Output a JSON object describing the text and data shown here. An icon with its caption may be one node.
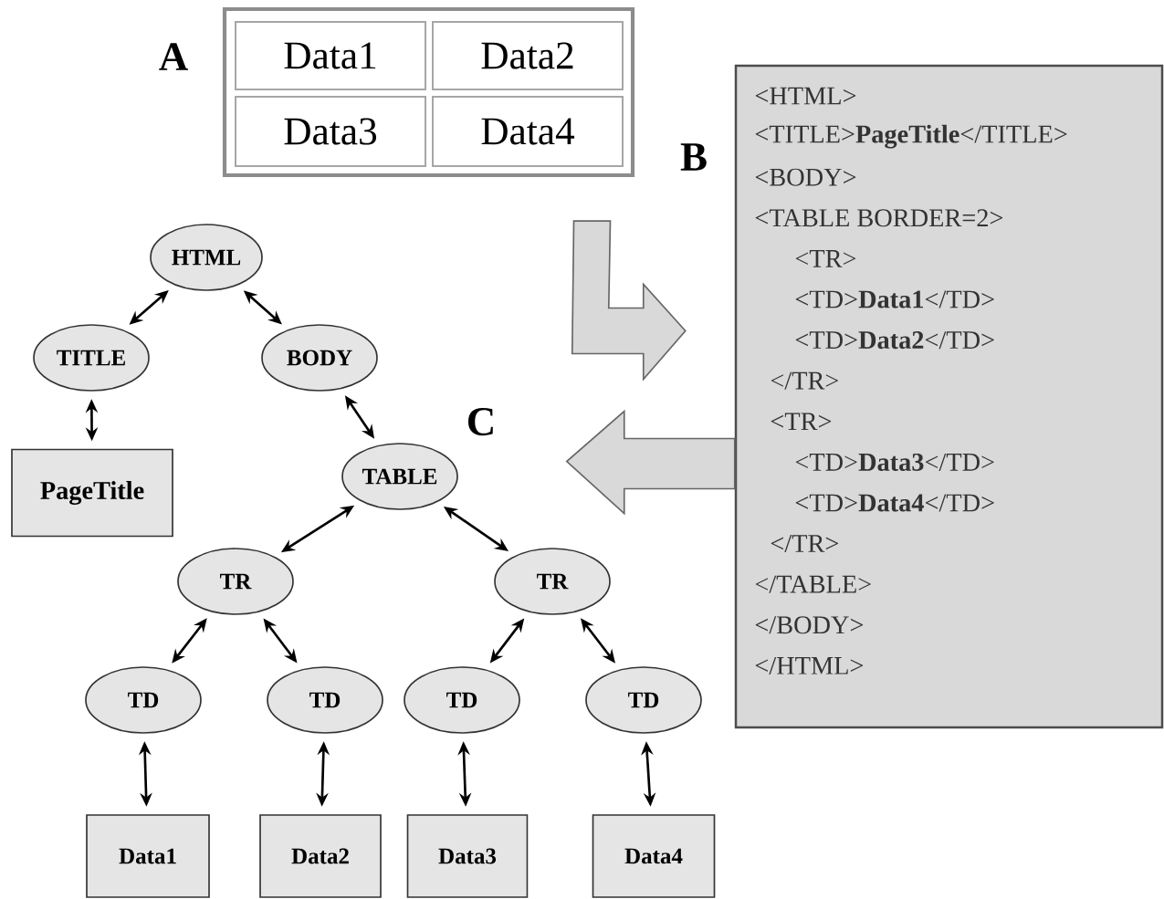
{
  "diagram": {
    "nodes": [
      {
        "text": [
          "HTML"
        ]
      },
      {
        "text": [
          "TITLE"
        ]
      },
      {
        "text": [
          "BODY"
        ]
      },
      {
        "text": [
          "PageTitle"
        ]
      },
      {
        "text": [
          "TABLE"
        ]
      },
      {
        "text": [
          "TR"
        ]
      },
      {
        "text": [
          "TR"
        ]
      },
      {
        "text": [
          "TD"
        ]
      },
      {
        "text": [
          "TD"
        ]
      },
      {
        "text": [
          "TD"
        ]
      },
      {
        "text": [
          "TD"
        ]
      },
      {
        "text": [
          "Data1"
        ]
      },
      {
        "text": [
          "Data2"
        ]
      },
      {
        "text": [
          "Data3"
        ]
      },
      {
        "text": [
          "Data4"
        ]
      },
      {
        "text": [
          "Data1",
          "Data2",
          "Data3",
          "Data4"
        ],
        "beside": [
          "A"
        ]
      },
      {
        "text": [
          "<HTML>",
          "<TITLE>**PageTitle**</TITLE>",
          "<BODY>",
          "<TABLE BORDER=2>",
          "<TR>",
          "<TD>**Data1**</TD>",
          "<TD>**Data2**</TD>",
          "</TR>",
          "<TR>",
          "<TD>**Data3**</TD>",
          "<TD>**Data4**</TD>",
          "</TR>",
          "</TABLE>",
          "</BODY>",
          "</HTML>"
        ],
        "beside": [
          "B"
        ]
      }
    ],
    "edges": [
      {
        "from": 0,
        "to": 1,
        "arrow": "both"
      },
      {
        "from": 0,
        "to": 2,
        "arrow": "both"
      },
      {
        "from": 1,
        "to": 3,
        "arrow": "both"
      },
      {
        "from": 2,
        "to": 4,
        "arrow": "both"
      },
      {
        "from": 4,
        "to": 5,
        "arrow": "both"
      },
      {
        "from": 4,
        "to": 6,
        "arrow": "both"
      },
      {
        "from": 5,
        "to": 7,
        "arrow": "both"
      },
      {
        "from": 5,
        "to": 8,
        "arrow": "both"
      },
      {
        "from": 6,
        "to": 9,
        "arrow": "both"
      },
      {
        "from": 6,
        "to": 10,
        "arrow": "both"
      },
      {
        "from": 7,
        "to": 11,
        "arrow": "both"
      },
      {
        "from": 8,
        "to": 12,
        "arrow": "both"
      },
      {
        "from": 9,
        "to": 13,
        "arrow": "both"
      },
      {
        "from": 10,
        "to": 14,
        "arrow": "both"
      },
      {
        "from": 15,
        "to": 16,
        "arrow": "to",
        "style": "thick"
      },
      {
        "from": 16,
        "to": null,
        "arrow": "to",
        "style": "thick"
      }
    ],
    "labels": [
      "C"
    ]
  }
}
